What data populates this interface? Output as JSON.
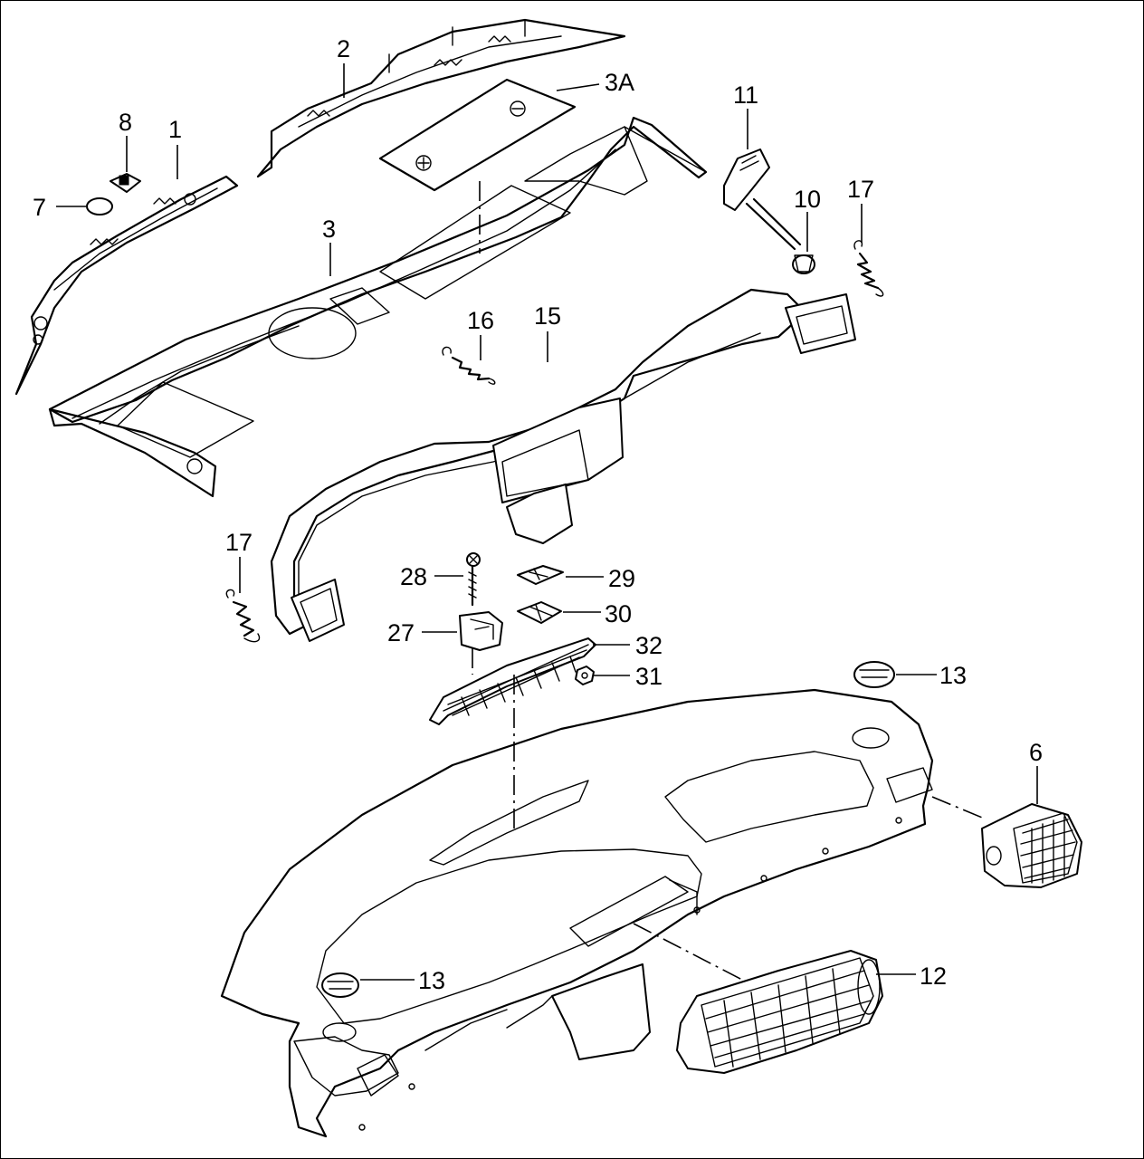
{
  "diagram": {
    "callouts": [
      {
        "id": "c1",
        "text": "1"
      },
      {
        "id": "c2",
        "text": "2"
      },
      {
        "id": "c3",
        "text": "3"
      },
      {
        "id": "c3a",
        "text": "3A"
      },
      {
        "id": "c6",
        "text": "6"
      },
      {
        "id": "c7",
        "text": "7"
      },
      {
        "id": "c8",
        "text": "8"
      },
      {
        "id": "c10",
        "text": "10"
      },
      {
        "id": "c11",
        "text": "11"
      },
      {
        "id": "c12",
        "text": "12"
      },
      {
        "id": "c13a",
        "text": "13"
      },
      {
        "id": "c13b",
        "text": "13"
      },
      {
        "id": "c15",
        "text": "15"
      },
      {
        "id": "c16",
        "text": "16"
      },
      {
        "id": "c17a",
        "text": "17"
      },
      {
        "id": "c17b",
        "text": "17"
      },
      {
        "id": "c27",
        "text": "27"
      },
      {
        "id": "c28",
        "text": "28"
      },
      {
        "id": "c29",
        "text": "29"
      },
      {
        "id": "c30",
        "text": "30"
      },
      {
        "id": "c31",
        "text": "31"
      },
      {
        "id": "c32",
        "text": "32"
      }
    ]
  }
}
